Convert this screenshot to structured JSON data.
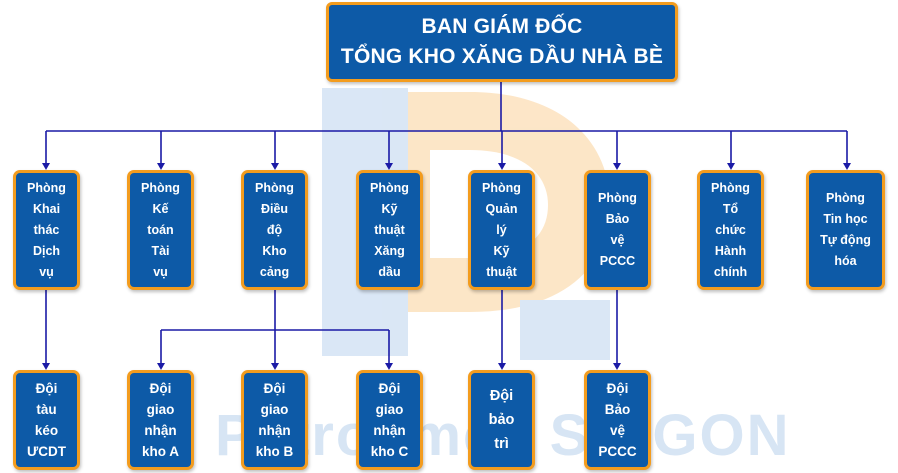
{
  "root": {
    "lines": [
      "BAN GIÁM ĐỐC",
      "TỔNG KHO XĂNG DẦU NHÀ BÈ"
    ]
  },
  "departments": [
    {
      "lines": [
        "Phòng",
        "Khai",
        "thác",
        "Dịch",
        "vụ"
      ]
    },
    {
      "lines": [
        "Phòng",
        "Kế",
        "toán",
        "Tài",
        "vụ"
      ]
    },
    {
      "lines": [
        "Phòng",
        "Điều",
        "độ",
        "Kho",
        "cảng"
      ]
    },
    {
      "lines": [
        "Phòng",
        "Kỹ",
        "thuật",
        "Xăng",
        "dầu"
      ]
    },
    {
      "lines": [
        "Phòng",
        "Quản",
        "lý",
        "Kỹ",
        "thuật"
      ]
    },
    {
      "lines": [
        "Phòng",
        "Bảo",
        "vệ",
        "PCCC"
      ]
    },
    {
      "lines": [
        "Phòng",
        "Tổ",
        "chức",
        "Hành",
        "chính"
      ]
    },
    {
      "lines": [
        "Phòng",
        "Tin học",
        "Tự động",
        "hóa"
      ]
    }
  ],
  "teams": [
    {
      "lines": [
        "Đội",
        "tàu",
        "kéo",
        "ƯCDT"
      ]
    },
    {
      "lines": [
        "Đội",
        "giao",
        "nhận",
        "kho A"
      ]
    },
    {
      "lines": [
        "Đội",
        "giao",
        "nhận",
        "kho B"
      ]
    },
    {
      "lines": [
        "Đội",
        "giao",
        "nhận",
        "kho C"
      ]
    },
    {
      "lines": [
        "Đội",
        "bảo",
        "trì"
      ]
    },
    {
      "lines": [
        "Đội",
        "Bảo",
        "vệ",
        "PCCC"
      ]
    }
  ],
  "watermark": {
    "text": "Petrolimex SAIGON"
  },
  "colors": {
    "box_fill": "#0d5aa7",
    "box_border": "#f39c1e",
    "connector": "#1a1aa6",
    "watermark_blue": "#cfe0f3",
    "watermark_orange": "#fde3c2"
  }
}
